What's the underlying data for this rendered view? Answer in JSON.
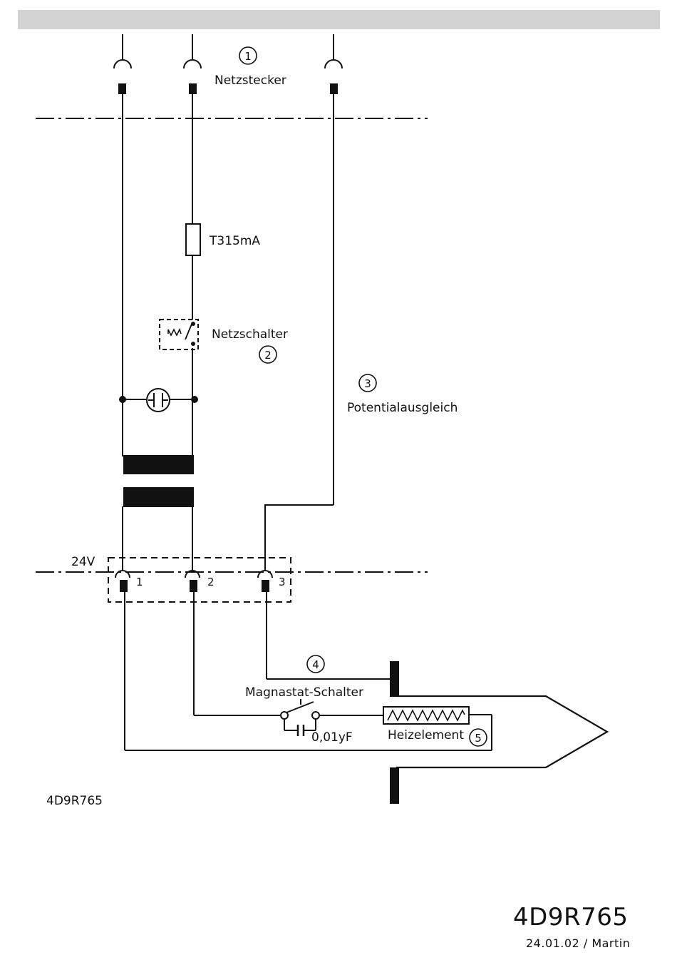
{
  "labels": {
    "plug": "Netzstecker",
    "fuse": "T315mA",
    "switch": "Netzschalter",
    "potential": "Potentialausgleich",
    "voltage": "24V",
    "pin1": "1",
    "pin2": "2",
    "pin3": "3",
    "magnastat": "Magnastat-Schalter",
    "capacitor": "0,01yF",
    "heater": "Heizelement",
    "ref_small": "4D9R765"
  },
  "callouts": {
    "c1": "1",
    "c2": "2",
    "c3": "3",
    "c4": "4",
    "c5": "5"
  },
  "title_block": {
    "code": "4D9R765",
    "date_author": "24.01.02  /  Martin"
  }
}
